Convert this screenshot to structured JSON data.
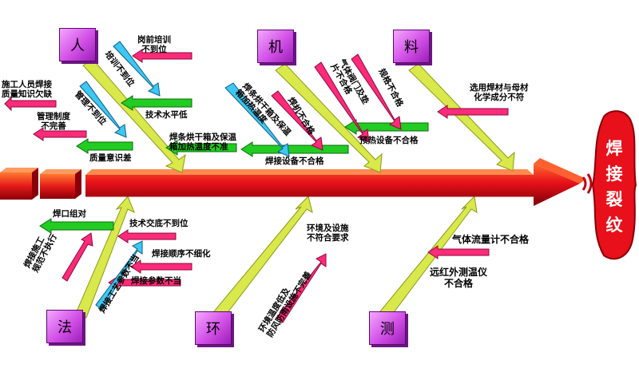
{
  "effect": {
    "chars": [
      "焊",
      "接",
      "裂",
      "纹"
    ]
  },
  "categories": {
    "ren": "人",
    "ji": "机",
    "liao": "料",
    "fa": "法",
    "huan": "环",
    "ce": "测"
  },
  "causes": {
    "gangqian_a": "岗前培训",
    "gangqian_b": "不到位",
    "peixun_bu_daowei": "培训不到位",
    "shigong_a": "施工人员焊接",
    "shigong_b": "质量知识欠缺",
    "guanli_bu_daowei": "管理不到位",
    "jishu_shuiping_di": "技术水平低",
    "guanli_zhidu_a": "管理制度",
    "guanli_zhidu_b": "不完善",
    "zhiliang_yishi_cha": "质量意识差",
    "hantiao_a": "焊条烘干箱及保温",
    "hantiao_b": "箱加热温度不准",
    "hantiao_diag_a": "焊条烘干箱及保温",
    "hantiao_diag_b": "箱加热温度",
    "hanji_bu_hege": "焊机不合格",
    "hanjie_shebei": "焊接设备不合格",
    "qiti_famen_a": "气体阀门及垫",
    "qiti_famen_b": "片不合格",
    "guige_bu_hege": "规格不合格",
    "yure_shebei": "预热设备不合格",
    "xuanyong_a": "选用焊材与母材",
    "xuanyong_b": "化学成分不符",
    "hankou_zudui": "焊口组对",
    "hanjie_shigong_a": "焊接施工",
    "hanjie_shigong_b": "规范不执行",
    "jishu_jiaodi": "技术交底不到位",
    "hanjie_gongyi": "焊接工艺参数不当",
    "hanjie_shunxu": "焊接顺序不细化",
    "hanjie_canshu": "焊接参数不当",
    "huanjing_a": "环境及设施",
    "huanjing_b": "不符合要求",
    "huanjing_diag_a": "环境温度低及",
    "huanjing_diag_b": "防风防雨设施不完善",
    "qiti_liuliang": "气体流量计不合格",
    "yuanhongwai_a": "远红外测温仪",
    "yuanhongwai_b": "不合格"
  }
}
